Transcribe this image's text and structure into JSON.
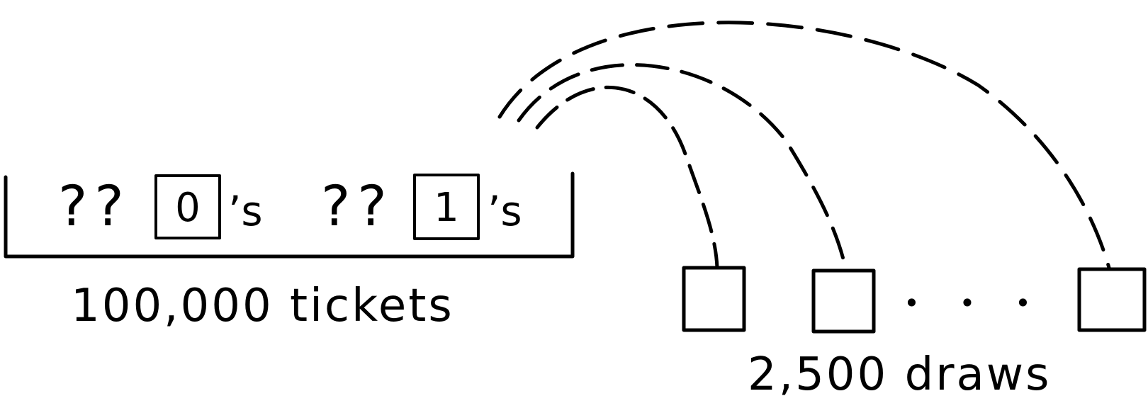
{
  "box": {
    "unknown_zeros": "??",
    "zero_ticket": "0",
    "zeros_suffix": "’s",
    "unknown_ones": "??",
    "one_ticket": "1",
    "ones_suffix": "’s",
    "label": "100,000 tickets"
  },
  "draws": {
    "ellipsis": "• • •",
    "label": "2,500 draws"
  }
}
